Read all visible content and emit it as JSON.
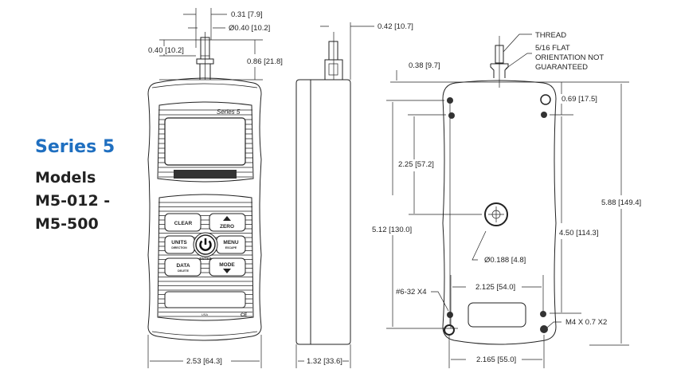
{
  "heading": {
    "series": "Series 5",
    "models_line1": "Models",
    "models_line2": "M5-012 -",
    "models_line3": "M5-500"
  },
  "accent_color": "#1f6fc0",
  "front_view": {
    "brand": "Series 5",
    "buttons": {
      "clear": "CLEAR",
      "zero": "ZERO",
      "units": "UNITS",
      "units_sub": "DIRECTION",
      "menu": "MENU",
      "menu_sub": "ESCAPE",
      "data": "DATA",
      "data_sub": "DELETE",
      "mode": "MODE",
      "enter": "ENTER"
    },
    "usa": "USA",
    "ce": "CE",
    "dims": {
      "stud_width": "0.31 [7.9]",
      "collar_dia": "Ø0.40 [10.2]",
      "stud_height": "0.40 [10.2]",
      "shaft_height": "0.86 [21.8]",
      "width": "2.53 [64.3]"
    }
  },
  "side_view": {
    "dims": {
      "stud_offset": "0.42 [10.7]",
      "depth": "1.32 [33.6]"
    }
  },
  "back_view": {
    "notes": {
      "thread": "THREAD",
      "flat1": "5/16 FLAT",
      "flat2": "ORIENTATION NOT",
      "flat3": "GUARANTEED",
      "screw_62": "#6-32 X4",
      "screw_m4": "M4 X 0.7 X2",
      "hole": "Ø0.188 [4.8]"
    },
    "dims": {
      "top_offset": "0.38 [9.7]",
      "top_holes": "0.69 [17.5]",
      "to_center": "2.25 [57.2]",
      "hole_span": "5.12 [130.0]",
      "m4_span": "4.50 [114.3]",
      "height": "5.88 [149.4]",
      "screw_span": "2.125 [54.0]",
      "m4_width": "2.165 [55.0]"
    }
  }
}
